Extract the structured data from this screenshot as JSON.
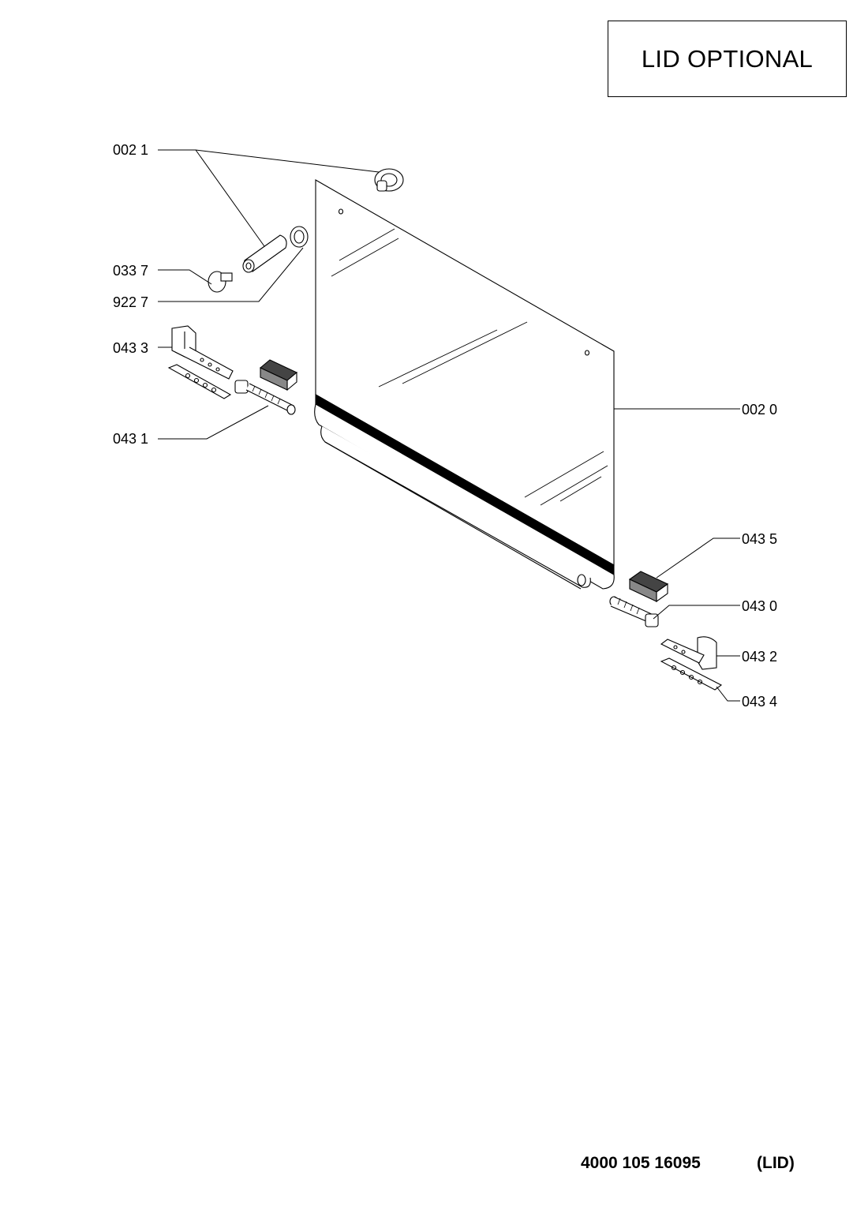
{
  "header": {
    "title": "LID OPTIONAL"
  },
  "callouts": {
    "c0021": "002 1",
    "c0337": "033 7",
    "c9227": "922 7",
    "c0433": "043 3",
    "c0431": "043 1",
    "c0020": "002 0",
    "c0435": "043 5",
    "c0430": "043 0",
    "c0432": "043 2",
    "c0434": "043 4"
  },
  "footer": {
    "part_number": "4000 105 16095",
    "variant": "(LID)"
  }
}
